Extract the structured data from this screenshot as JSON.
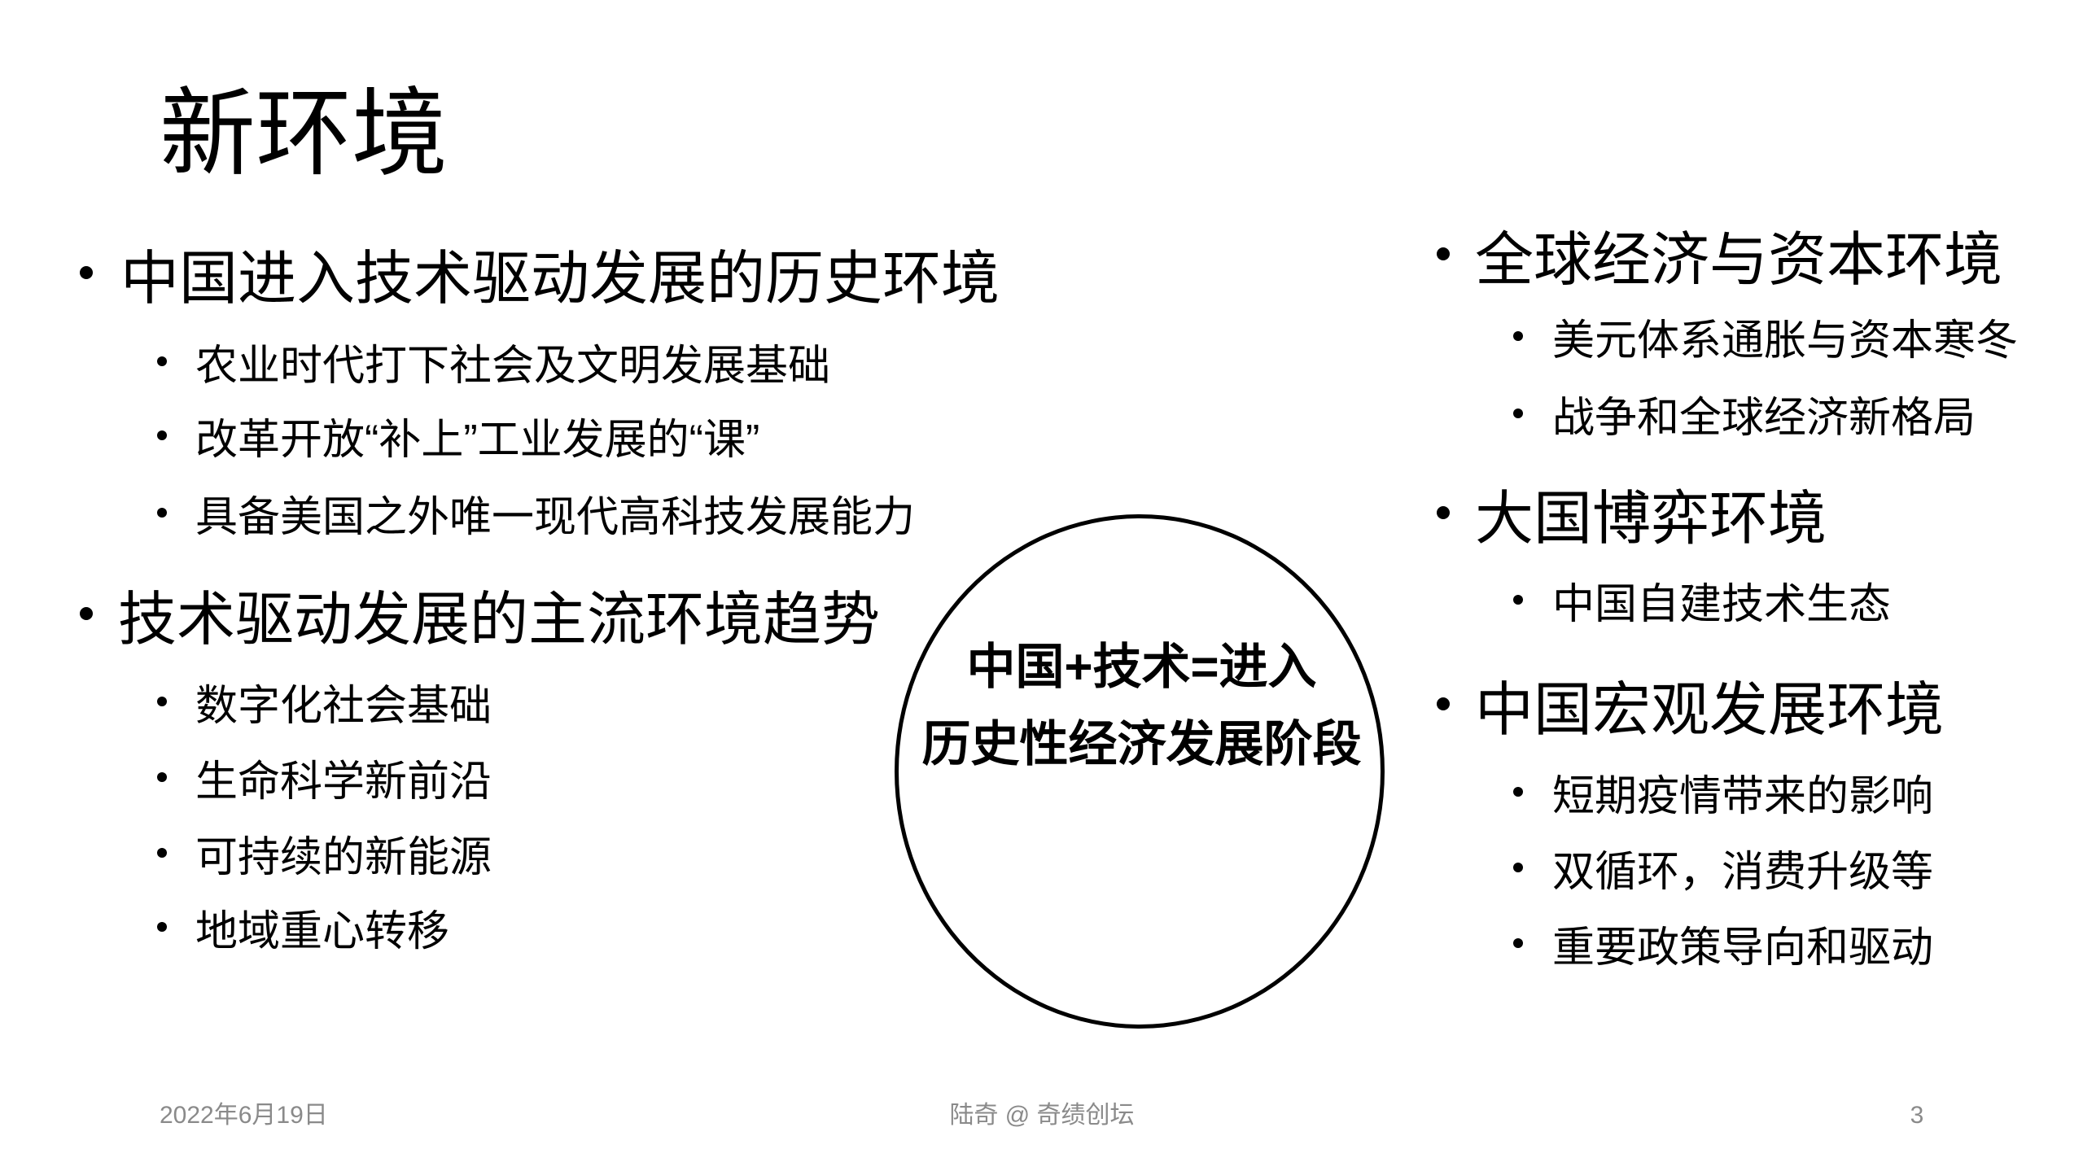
{
  "slide": {
    "title": "新环境",
    "left_column": [
      {
        "heading": "中国进入技术驱动发展的历史环境",
        "items": [
          "农业时代打下社会及文明发展基础",
          "改革开放“补上”工业发展的“课”",
          "具备美国之外唯一现代高科技发展能力"
        ]
      },
      {
        "heading": "技术驱动发展的主流环境趋势",
        "items": [
          "数字化社会基础",
          "生命科学新前沿",
          "可持续的新能源",
          "地域重心转移"
        ]
      }
    ],
    "right_column": [
      {
        "heading": "全球经济与资本环境",
        "items": [
          "美元体系通胀与资本寒冬",
          "战争和全球经济新格局"
        ]
      },
      {
        "heading": "大国博弈环境",
        "items": [
          "中国自建技术生态"
        ]
      },
      {
        "heading": "中国宏观发展环境",
        "items": [
          "短期疫情带来的影响",
          "双循环，消费升级等",
          "重要政策导向和驱动"
        ]
      }
    ],
    "center_circle": {
      "line1": "中国+技术=进入",
      "line2": "历史性经济发展阶段"
    }
  },
  "footer": {
    "date": "2022年6月19日",
    "author": "陆奇 @ 奇绩创坛",
    "page_number": "3"
  },
  "colors": {
    "text": "#000000",
    "footer_text": "#8a8a8a",
    "background": "#ffffff"
  }
}
